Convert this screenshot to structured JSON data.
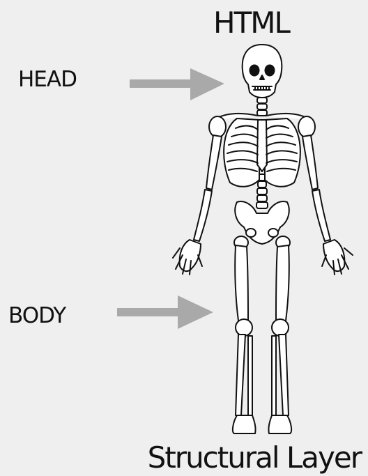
{
  "diagram": {
    "title": "HTML",
    "labels": {
      "head": "HEAD",
      "body": "BODY"
    },
    "caption": "Structural Layer",
    "colors": {
      "background": "#efefef",
      "arrow": "#a9a9a9",
      "bone_fill": "#ffffff",
      "bone_stroke": "#111111"
    }
  }
}
